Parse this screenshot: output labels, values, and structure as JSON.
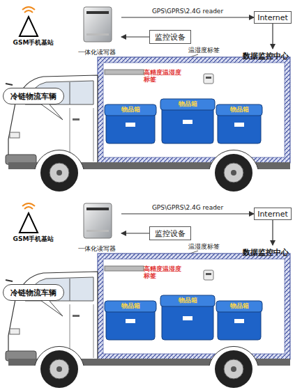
{
  "diagram": {
    "nodes": [
      {
        "text": [
          "GSM手机基站"
        ]
      },
      {
        "text": [
          "一体化读写器"
        ]
      },
      {
        "text": [
          "监控设备"
        ]
      },
      {
        "text": [
          "Internet"
        ]
      },
      {
        "text": [
          "数据监控中心"
        ]
      },
      {
        "text": [
          "冷链物流车辆"
        ]
      },
      {
        "text": [
          "GSM手机基站"
        ]
      },
      {
        "text": [
          "一体化读写器"
        ]
      },
      {
        "text": [
          "监控设备"
        ]
      },
      {
        "text": [
          "Internet"
        ]
      },
      {
        "text": [
          "数据监控中心"
        ]
      },
      {
        "text": [
          "冷链物流车辆"
        ]
      }
    ],
    "edges": [
      {
        "from": 1,
        "to": 3,
        "label": "GPS\\GPRS\\2.4G reader",
        "arrow": "to"
      },
      {
        "from": 3,
        "to": 4,
        "arrow": "to"
      },
      {
        "from": 2,
        "to": 1,
        "arrow": "to"
      },
      {
        "from": 7,
        "to": 9,
        "label": "GPS\\GPRS\\2.4G reader",
        "arrow": "to"
      },
      {
        "from": 9,
        "to": 10,
        "arrow": "to"
      },
      {
        "from": 8,
        "to": 7,
        "arrow": "to"
      }
    ],
    "labels": [
      "温湿度标签",
      "高精度温湿度标签",
      "物品箱",
      "物品箱",
      "物品箱",
      "温湿度标签",
      "高精度温湿度标签",
      "物品箱",
      "物品箱",
      "物品箱"
    ]
  }
}
